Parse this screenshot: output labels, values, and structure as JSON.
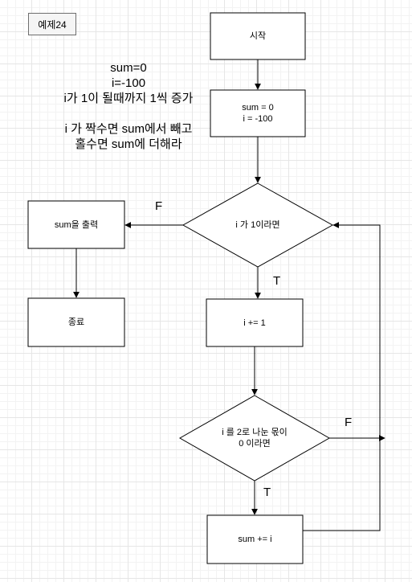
{
  "tag": "예제24",
  "note": {
    "lines": [
      "sum=0",
      "i=-100",
      "i가 1이 될때까지 1씩 증가",
      "",
      "i 가 짝수면 sum에서 빼고",
      "홀수면 sum에 더해라"
    ]
  },
  "nodes": {
    "start": "시작",
    "init": [
      "sum = 0",
      "i = -100"
    ],
    "cond1": "i 가 1이라면",
    "output": "sum을 출력",
    "end": "종료",
    "incr": "i += 1",
    "cond2": [
      "i 를 2로 나눈 몫이",
      "0 이라면"
    ],
    "add": "sum += i"
  },
  "edge_labels": {
    "cond1_false": "F",
    "cond1_true": "T",
    "cond2_false": "F",
    "cond2_true": "T"
  }
}
